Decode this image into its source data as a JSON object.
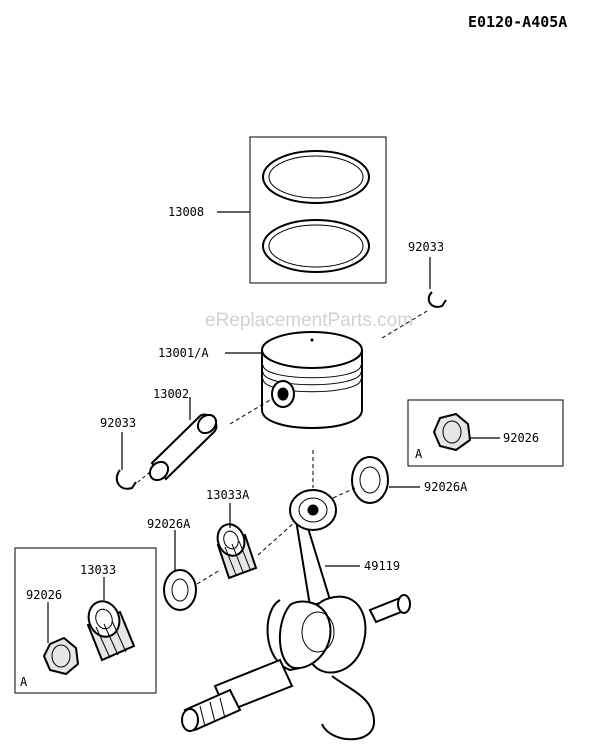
{
  "diagram_code": "E0120-A405A",
  "watermark": "eReplacementParts.com",
  "labels": {
    "piston_rings": "13008",
    "circlip_top": "92033",
    "piston": "13001/A",
    "piston_pin": "13002",
    "circlip_left": "92033",
    "washer_right": "92026A",
    "bearing_small_end": "13033A",
    "washer_left": "92026A",
    "connecting_rod": "49119",
    "bearing_box_part": "13033",
    "washer_box_left": "92026",
    "washer_box_right": "92026"
  },
  "box_refs": {
    "left": "A",
    "right": "A"
  }
}
